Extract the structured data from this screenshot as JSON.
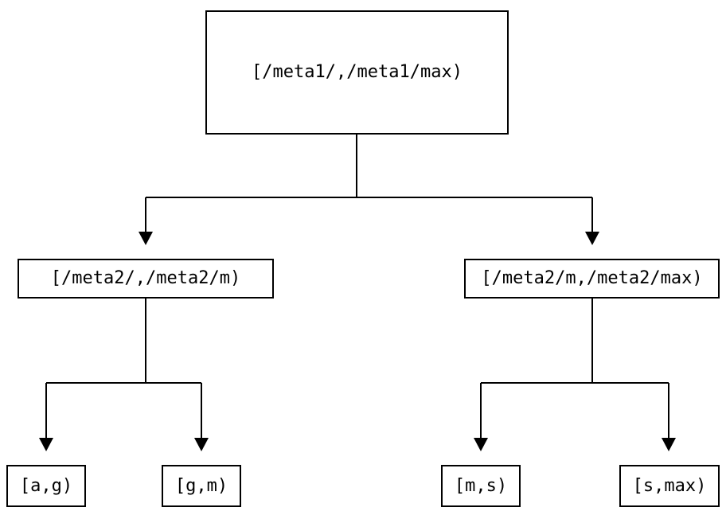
{
  "diagram": {
    "type": "tree",
    "root": {
      "id": "root",
      "label": "[/meta1/,/meta1/max)"
    },
    "level2": [
      {
        "id": "meta2-left",
        "label": "[/meta2/,/meta2/m)"
      },
      {
        "id": "meta2-right",
        "label": "[/meta2/m,/meta2/max)"
      }
    ],
    "leaves": [
      {
        "id": "leaf-a-g",
        "label": "[a,g)"
      },
      {
        "id": "leaf-g-m",
        "label": "[g,m)"
      },
      {
        "id": "leaf-m-s",
        "label": "[m,s)"
      },
      {
        "id": "leaf-s-max",
        "label": "[s,max)"
      }
    ],
    "edges": [
      {
        "from": "root",
        "to": "meta2-left"
      },
      {
        "from": "root",
        "to": "meta2-right"
      },
      {
        "from": "meta2-left",
        "to": "leaf-a-g"
      },
      {
        "from": "meta2-left",
        "to": "leaf-g-m"
      },
      {
        "from": "meta2-right",
        "to": "leaf-m-s"
      },
      {
        "from": "meta2-right",
        "to": "leaf-s-max"
      }
    ],
    "colors": {
      "line": "#000000",
      "text": "#000000",
      "background": "#ffffff"
    }
  }
}
